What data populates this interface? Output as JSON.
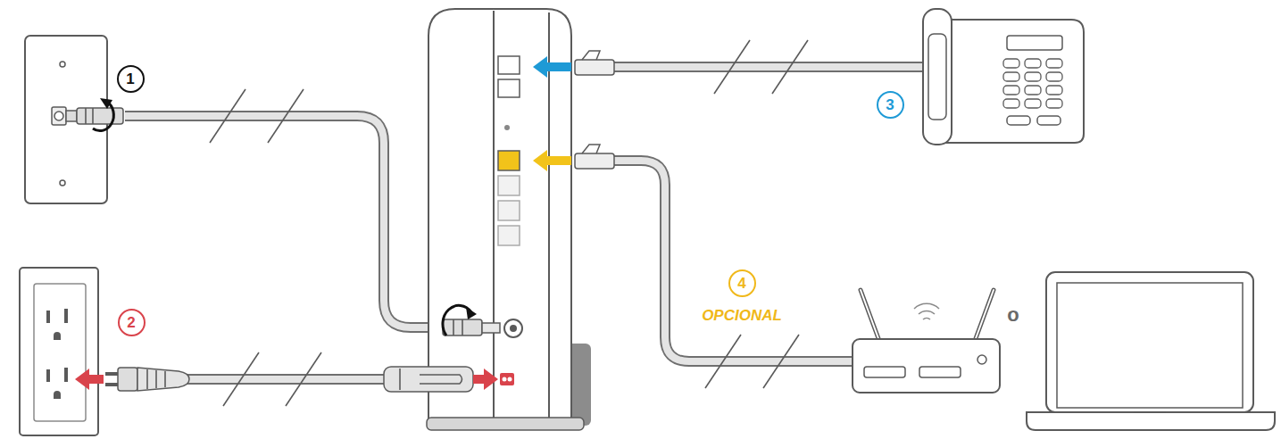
{
  "diagram": {
    "nodes": [
      {
        "text": [
          "1"
        ]
      },
      {
        "text": [
          "2"
        ]
      },
      {
        "text": [
          "3"
        ]
      },
      {
        "text": [
          "4"
        ]
      }
    ],
    "labels": [
      "OPCIONAL",
      "o"
    ]
  }
}
